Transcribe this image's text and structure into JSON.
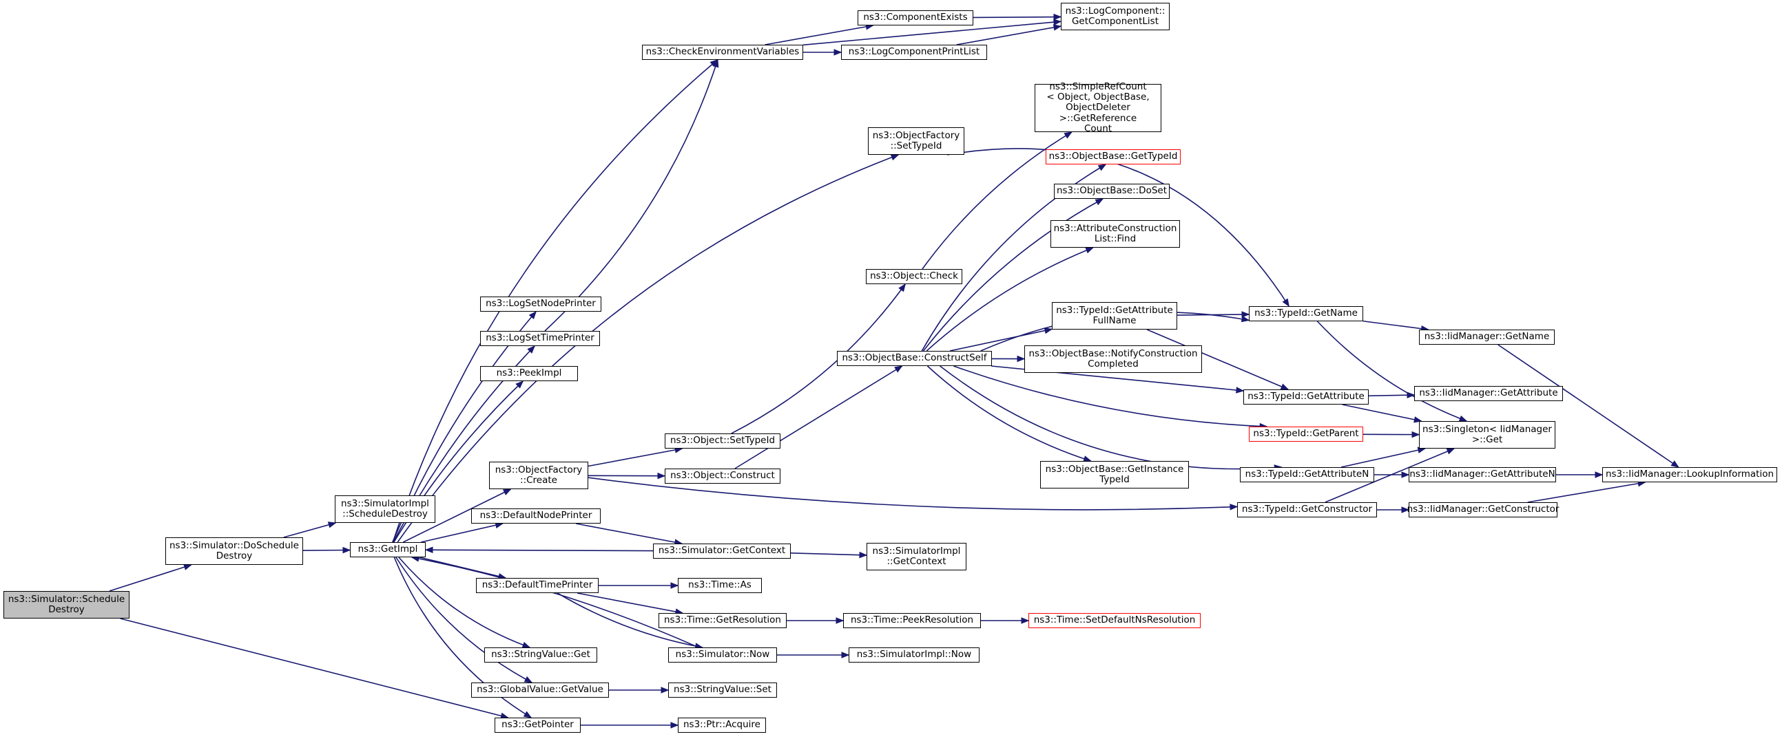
{
  "nodes": [
    {
      "id": "schedule_destroy",
      "label": "ns3::Simulator::Schedule\nDestroy",
      "highlight": true
    },
    {
      "id": "do_schedule_destroy",
      "label": "ns3::Simulator::DoSchedule\nDestroy"
    },
    {
      "id": "simimpl_schedule_destroy",
      "label": "ns3::SimulatorImpl\n::ScheduleDestroy"
    },
    {
      "id": "get_impl",
      "label": "ns3::GetImpl"
    },
    {
      "id": "get_pointer",
      "label": "ns3::GetPointer"
    },
    {
      "id": "ptr_acquire",
      "label": "ns3::Ptr::Acquire"
    },
    {
      "id": "check_env",
      "label": "ns3::CheckEnvironmentVariables"
    },
    {
      "id": "component_exists",
      "label": "ns3::ComponentExists"
    },
    {
      "id": "log_component_print_list",
      "label": "ns3::LogComponentPrintList"
    },
    {
      "id": "log_component_get_list",
      "label": "ns3::LogComponent::\nGetComponentList"
    },
    {
      "id": "log_set_node_printer",
      "label": "ns3::LogSetNodePrinter"
    },
    {
      "id": "log_set_time_printer",
      "label": "ns3::LogSetTimePrinter"
    },
    {
      "id": "peek_impl",
      "label": "ns3::PeekImpl"
    },
    {
      "id": "object_factory_create",
      "label": "ns3::ObjectFactory\n::Create"
    },
    {
      "id": "object_factory_set_typeid",
      "label": "ns3::ObjectFactory\n::SetTypeId"
    },
    {
      "id": "default_node_printer",
      "label": "ns3::DefaultNodePrinter"
    },
    {
      "id": "simulator_get_context",
      "label": "ns3::Simulator::GetContext"
    },
    {
      "id": "simimpl_get_context",
      "label": "ns3::SimulatorImpl\n::GetContext"
    },
    {
      "id": "default_time_printer",
      "label": "ns3::DefaultTimePrinter"
    },
    {
      "id": "time_as",
      "label": "ns3::Time::As"
    },
    {
      "id": "time_get_resolution",
      "label": "ns3::Time::GetResolution"
    },
    {
      "id": "time_peek_resolution",
      "label": "ns3::Time::PeekResolution"
    },
    {
      "id": "time_set_default_ns",
      "label": "ns3::Time::SetDefaultNsResolution",
      "red": true
    },
    {
      "id": "simulator_now",
      "label": "ns3::Simulator::Now"
    },
    {
      "id": "simimpl_now",
      "label": "ns3::SimulatorImpl::Now"
    },
    {
      "id": "string_value_get",
      "label": "ns3::StringValue::Get"
    },
    {
      "id": "global_value_get_value",
      "label": "ns3::GlobalValue::GetValue"
    },
    {
      "id": "string_value_set",
      "label": "ns3::StringValue::Set"
    },
    {
      "id": "object_set_typeid",
      "label": "ns3::Object::SetTypeId"
    },
    {
      "id": "object_construct",
      "label": "ns3::Object::Construct"
    },
    {
      "id": "object_check",
      "label": "ns3::Object::Check"
    },
    {
      "id": "construct_self",
      "label": "ns3::ObjectBase::ConstructSelf"
    },
    {
      "id": "simple_ref_count",
      "label": "ns3::SimpleRefCount\n< Object, ObjectBase,\n ObjectDeleter >::GetReference\nCount"
    },
    {
      "id": "objectbase_get_typeid",
      "label": "ns3::ObjectBase::GetTypeId",
      "red": true
    },
    {
      "id": "objectbase_doset",
      "label": "ns3::ObjectBase::DoSet"
    },
    {
      "id": "attr_construction_find",
      "label": "ns3::AttributeConstruction\nList::Find"
    },
    {
      "id": "typeid_get_attr_fullname",
      "label": "ns3::TypeId::GetAttribute\nFullName"
    },
    {
      "id": "objectbase_notify_construction",
      "label": "ns3::ObjectBase::NotifyConstruction\nCompleted"
    },
    {
      "id": "objectbase_get_instance_typeid",
      "label": "ns3::ObjectBase::GetInstance\nTypeId"
    },
    {
      "id": "typeid_get_name",
      "label": "ns3::TypeId::GetName"
    },
    {
      "id": "typeid_get_attribute",
      "label": "ns3::TypeId::GetAttribute"
    },
    {
      "id": "typeid_get_parent",
      "label": "ns3::TypeId::GetParent",
      "red": true
    },
    {
      "id": "typeid_get_attribute_n",
      "label": "ns3::TypeId::GetAttributeN"
    },
    {
      "id": "typeid_get_constructor",
      "label": "ns3::TypeId::GetConstructor"
    },
    {
      "id": "iid_get_name",
      "label": "ns3::IidManager::GetName"
    },
    {
      "id": "iid_get_attribute",
      "label": "ns3::IidManager::GetAttribute"
    },
    {
      "id": "singleton_get",
      "label": "ns3::Singleton< IidManager\n >::Get"
    },
    {
      "id": "iid_get_attribute_n",
      "label": "ns3::IidManager::GetAttributeN"
    },
    {
      "id": "iid_get_constructor",
      "label": "ns3::IidManager::GetConstructor"
    },
    {
      "id": "iid_lookup_information",
      "label": "ns3::IidManager::LookupInformation"
    }
  ],
  "edges": [
    [
      "schedule_destroy",
      "do_schedule_destroy"
    ],
    [
      "schedule_destroy",
      "get_pointer"
    ],
    [
      "do_schedule_destroy",
      "simimpl_schedule_destroy"
    ],
    [
      "do_schedule_destroy",
      "get_impl"
    ],
    [
      "get_impl",
      "check_env"
    ],
    [
      "get_impl",
      "log_set_node_printer"
    ],
    [
      "get_impl",
      "log_set_time_printer"
    ],
    [
      "get_impl",
      "peek_impl"
    ],
    [
      "get_impl",
      "object_factory_create"
    ],
    [
      "get_impl",
      "object_factory_set_typeid"
    ],
    [
      "get_impl",
      "default_node_printer"
    ],
    [
      "get_impl",
      "default_time_printer"
    ],
    [
      "get_impl",
      "string_value_get"
    ],
    [
      "get_impl",
      "global_value_get_value"
    ],
    [
      "get_impl",
      "get_pointer"
    ],
    [
      "check_env",
      "component_exists"
    ],
    [
      "check_env",
      "log_component_print_list"
    ],
    [
      "check_env",
      "log_component_get_list"
    ],
    [
      "component_exists",
      "log_component_get_list"
    ],
    [
      "log_component_print_list",
      "log_component_get_list"
    ],
    [
      "log_set_time_printer",
      "check_env"
    ],
    [
      "object_factory_set_typeid",
      "typeid_get_name"
    ],
    [
      "object_factory_create",
      "object_set_typeid"
    ],
    [
      "object_factory_create",
      "object_construct"
    ],
    [
      "object_factory_create",
      "typeid_get_constructor"
    ],
    [
      "object_set_typeid",
      "object_check"
    ],
    [
      "object_construct",
      "construct_self"
    ],
    [
      "object_check",
      "simple_ref_count"
    ],
    [
      "default_node_printer",
      "simulator_get_context"
    ],
    [
      "simulator_get_context",
      "get_impl"
    ],
    [
      "simulator_get_context",
      "simimpl_get_context"
    ],
    [
      "default_time_printer",
      "time_as"
    ],
    [
      "default_time_printer",
      "time_get_resolution"
    ],
    [
      "default_time_printer",
      "simulator_now"
    ],
    [
      "time_get_resolution",
      "time_peek_resolution"
    ],
    [
      "time_peek_resolution",
      "time_set_default_ns"
    ],
    [
      "simulator_now",
      "get_impl"
    ],
    [
      "simulator_now",
      "simimpl_now"
    ],
    [
      "global_value_get_value",
      "string_value_set"
    ],
    [
      "get_pointer",
      "ptr_acquire"
    ],
    [
      "construct_self",
      "objectbase_get_typeid"
    ],
    [
      "construct_self",
      "objectbase_doset"
    ],
    [
      "construct_self",
      "attr_construction_find"
    ],
    [
      "construct_self",
      "typeid_get_name"
    ],
    [
      "construct_self",
      "typeid_get_attr_fullname"
    ],
    [
      "construct_self",
      "objectbase_notify_construction"
    ],
    [
      "construct_self",
      "typeid_get_attribute"
    ],
    [
      "construct_self",
      "typeid_get_parent"
    ],
    [
      "construct_self",
      "objectbase_get_instance_typeid"
    ],
    [
      "construct_self",
      "typeid_get_attribute_n"
    ],
    [
      "typeid_get_attr_fullname",
      "typeid_get_name"
    ],
    [
      "typeid_get_attr_fullname",
      "typeid_get_attribute"
    ],
    [
      "typeid_get_name",
      "iid_get_name"
    ],
    [
      "typeid_get_name",
      "singleton_get"
    ],
    [
      "typeid_get_attribute",
      "iid_get_attribute"
    ],
    [
      "typeid_get_attribute",
      "singleton_get"
    ],
    [
      "typeid_get_parent",
      "singleton_get"
    ],
    [
      "typeid_get_attribute_n",
      "singleton_get"
    ],
    [
      "typeid_get_attribute_n",
      "iid_get_attribute_n"
    ],
    [
      "typeid_get_constructor",
      "singleton_get"
    ],
    [
      "typeid_get_constructor",
      "iid_get_constructor"
    ],
    [
      "iid_get_name",
      "iid_lookup_information"
    ],
    [
      "iid_get_attribute_n",
      "iid_lookup_information"
    ],
    [
      "iid_get_constructor",
      "iid_lookup_information"
    ]
  ],
  "colors": {
    "edge": "#191970",
    "root_fill": "#bfbfbf",
    "node_border": "#000000",
    "unresolved_border": "#ff0000"
  }
}
